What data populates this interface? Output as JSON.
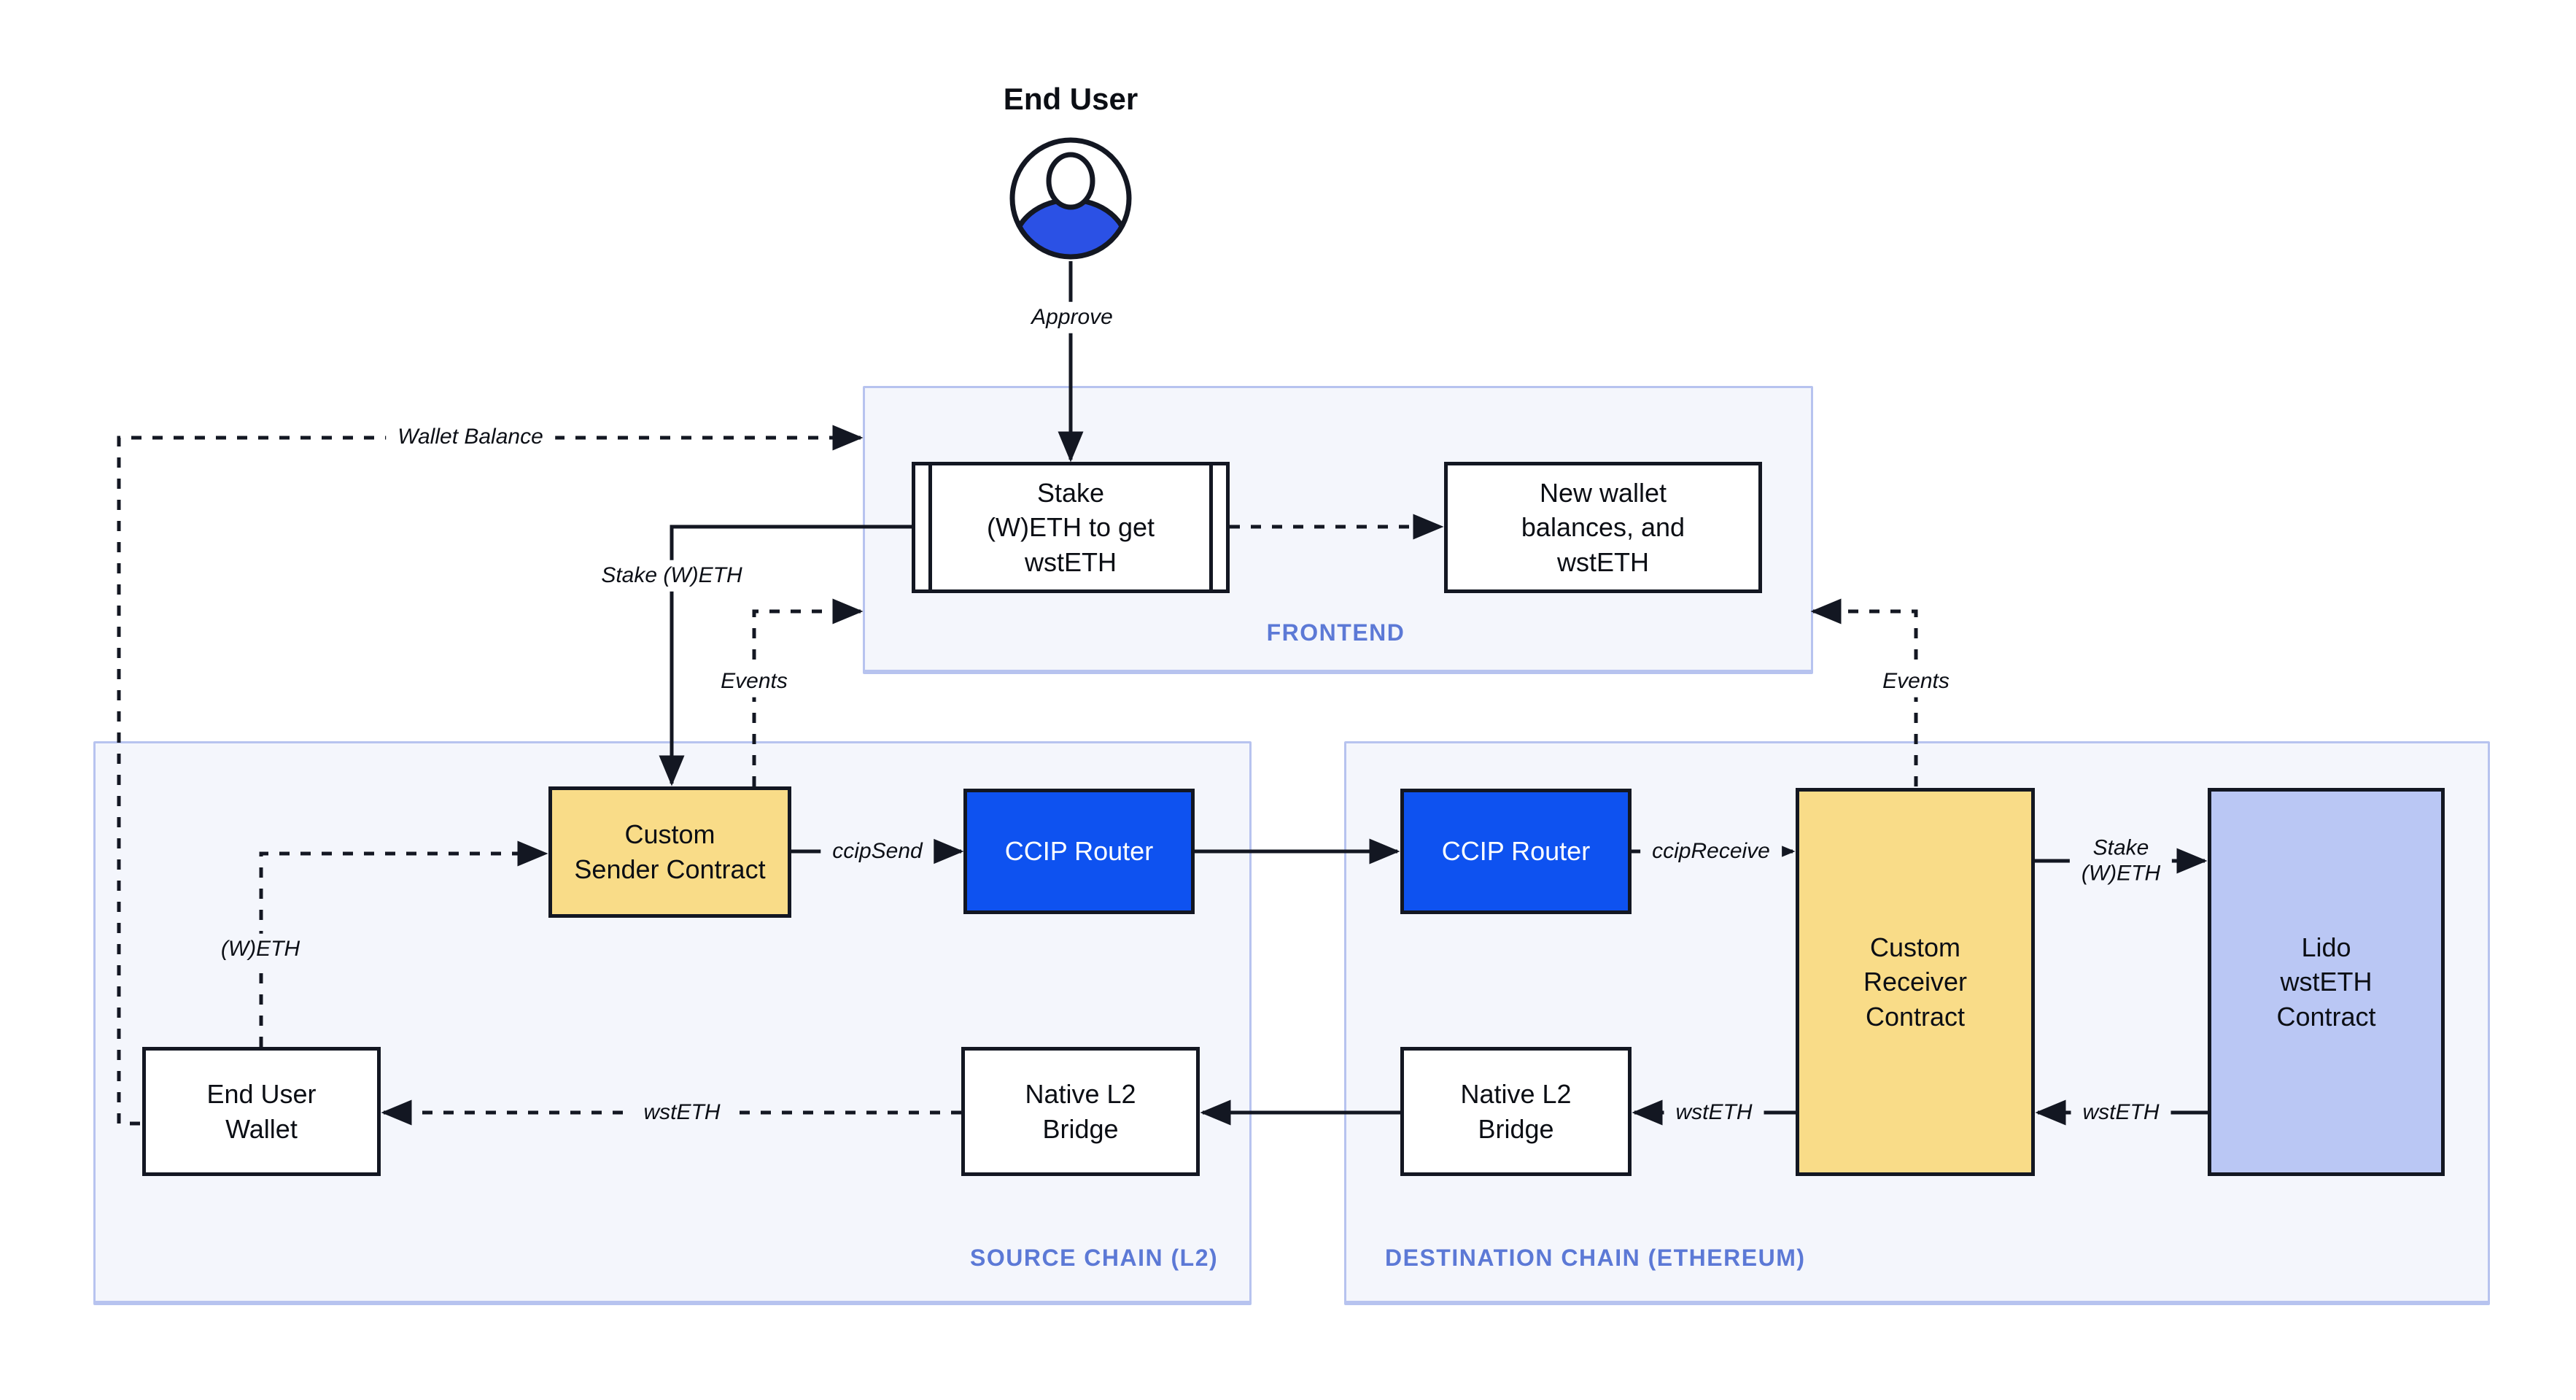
{
  "actor": {
    "end_user": "End User"
  },
  "frontend": {
    "title": "FRONTEND",
    "stake_widget": "Stake\n(W)ETH to get\nwstETH",
    "balances_widget": "New wallet\nbalances, and\nwstETH"
  },
  "source_chain": {
    "title": "SOURCE CHAIN (L2)",
    "custom_sender": "Custom\nSender Contract",
    "ccip_router": "CCIP Router",
    "end_user_wallet": "End User\nWallet",
    "native_bridge": "Native L2\nBridge"
  },
  "destination_chain": {
    "title": "DESTINATION CHAIN (ETHEREUM)",
    "ccip_router": "CCIP Router",
    "custom_receiver": "Custom\nReceiver\nContract",
    "native_bridge": "Native L2\nBridge",
    "lido_contract": "Lido\nwstETH\nContract"
  },
  "edges": {
    "approve": "Approve",
    "wallet_balance": "Wallet Balance",
    "stake_weth": "Stake (W)ETH",
    "events_left": "Events",
    "events_right": "Events",
    "ccip_send": "ccipSend",
    "ccip_receive": "ccipReceive",
    "weth": "(W)ETH",
    "wsteth_to_wallet": "wstETH",
    "stake_weth_lido": "Stake\n(W)ETH",
    "wsteth_from_lido": "wstETH",
    "wsteth_to_bridge": "wstETH"
  },
  "colors": {
    "contract_yellow": "#F9DC88",
    "router_blue": "#0E52F0",
    "lido_lavender": "#BAC7F4",
    "zone_fill": "#F4F6FC",
    "zone_border": "#B7C3EF",
    "zone_label_blue": "#5C79D6",
    "line_dark": "#131722",
    "avatar_blue": "#2B51E5"
  }
}
